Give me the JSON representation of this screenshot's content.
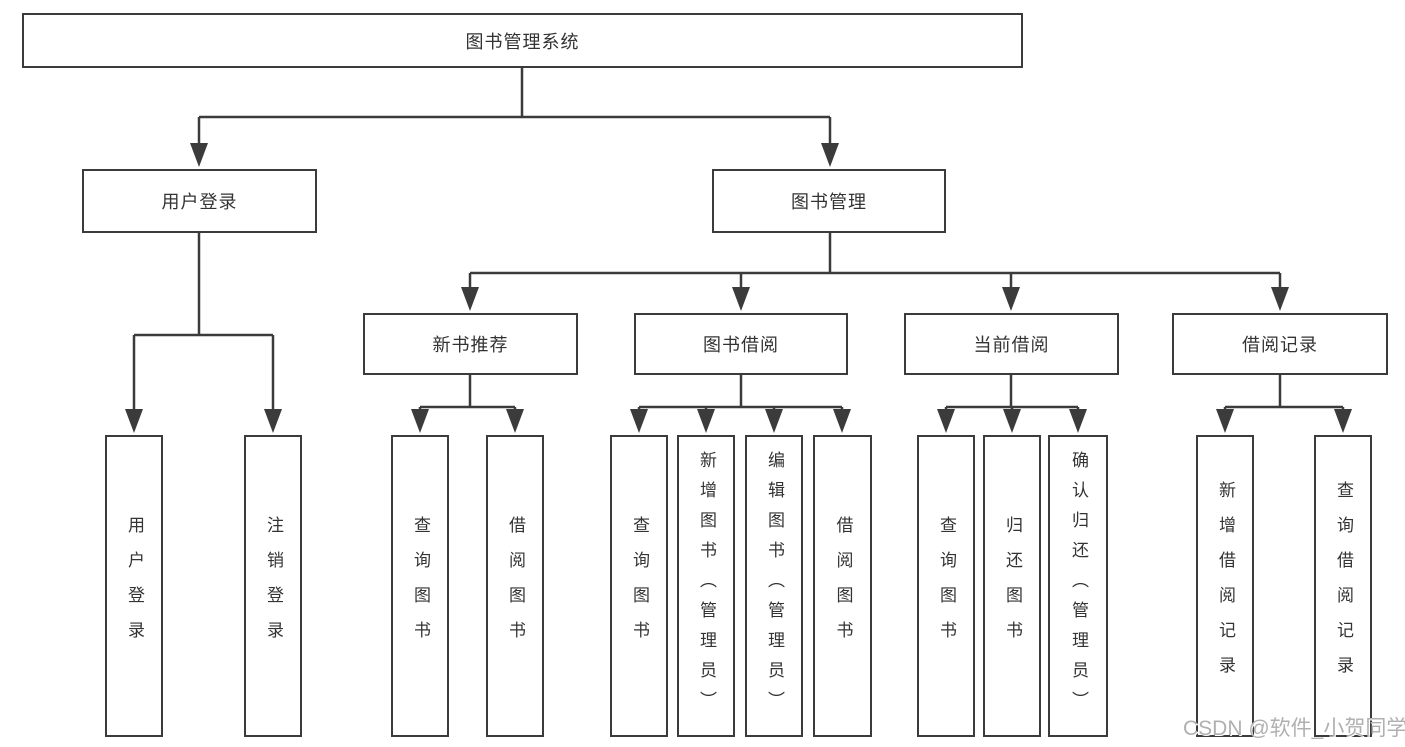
{
  "root": {
    "label": "图书管理系统"
  },
  "level2": [
    {
      "label": "用户登录"
    },
    {
      "label": "图书管理"
    }
  ],
  "level3": [
    {
      "label": "新书推荐"
    },
    {
      "label": "图书借阅"
    },
    {
      "label": "当前借阅"
    },
    {
      "label": "借阅记录"
    }
  ],
  "leaves": {
    "user_login": [
      {
        "label": "用户登录"
      },
      {
        "label": "注销登录"
      }
    ],
    "new_books": [
      {
        "label": "查询图书"
      },
      {
        "label": "借阅图书"
      }
    ],
    "book_borrow": [
      {
        "label": "查询图书"
      },
      {
        "label": "新增图书（管理员）"
      },
      {
        "label": "编辑图书（管理员）"
      },
      {
        "label": "借阅图书"
      }
    ],
    "current_borrow": [
      {
        "label": "查询图书"
      },
      {
        "label": "归还图书"
      },
      {
        "label": "确认归还（管理员）"
      }
    ],
    "borrow_records": [
      {
        "label": "新增借阅记录"
      },
      {
        "label": "查询借阅记录"
      }
    ]
  },
  "watermark": "CSDN @软件_小贺同学",
  "colors": {
    "line": "#3b3b3b",
    "box_fill": "#ffffff",
    "text": "#333333",
    "watermark": "#b0b0b0"
  }
}
